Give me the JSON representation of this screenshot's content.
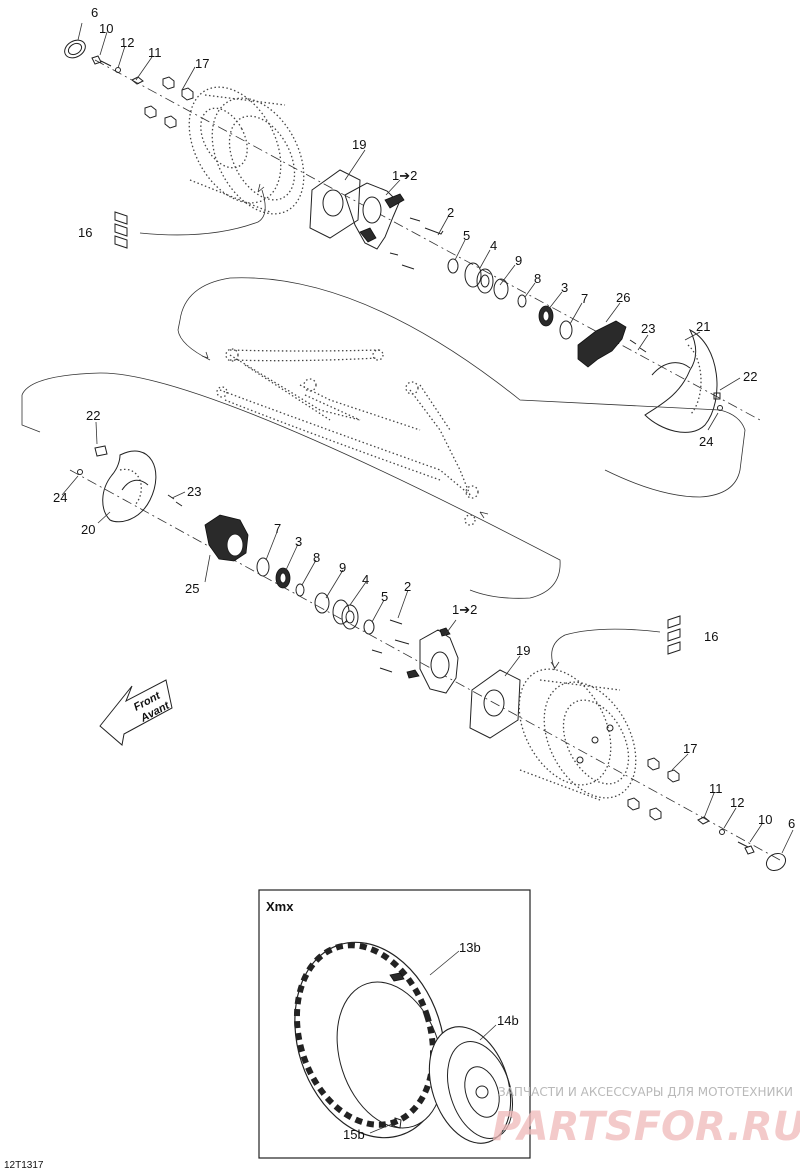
{
  "labels": {
    "l6a": "6",
    "l10a": "10",
    "l12a": "12",
    "l11a": "11",
    "l17a": "17",
    "l19a": "19",
    "l1to2a": "1➔2",
    "l16a": "16",
    "l2a": "2",
    "l5a": "5",
    "l4a": "4",
    "l9a": "9",
    "l8a": "8",
    "l3a": "3",
    "l7a": "7",
    "l26": "26",
    "l23a": "23",
    "l21": "21",
    "l22a": "22",
    "l24a": "24",
    "l22b": "22",
    "l24b": "24",
    "l23b": "23",
    "l20": "20",
    "l7b": "7",
    "l3b": "3",
    "l8b": "8",
    "l25": "25",
    "l9b": "9",
    "l4b": "4",
    "l5b": "5",
    "l2b": "2",
    "l1to2b": "1➔2",
    "l19b": "19",
    "l16b": "16",
    "l17b": "17",
    "l11b": "11",
    "l12b": "12",
    "l10b": "10",
    "l6b": "6"
  },
  "front_arrow": {
    "line1": "Front",
    "line2": "Avant"
  },
  "inset": {
    "title": "Xmx",
    "l13b": "13b",
    "l14b": "14b",
    "l15b": "15b"
  },
  "watermark": {
    "caption": "ЗАПЧАСТИ И АКСЕССУАРЫ ДЛЯ МОТОТЕХНИКИ",
    "logo": "PARTSFOR.RU"
  },
  "drawing_code": "12T1317",
  "colors": {
    "line": "#222222",
    "watermark_text": "#b9b9b9",
    "watermark_logo": "#f0b9b9"
  }
}
